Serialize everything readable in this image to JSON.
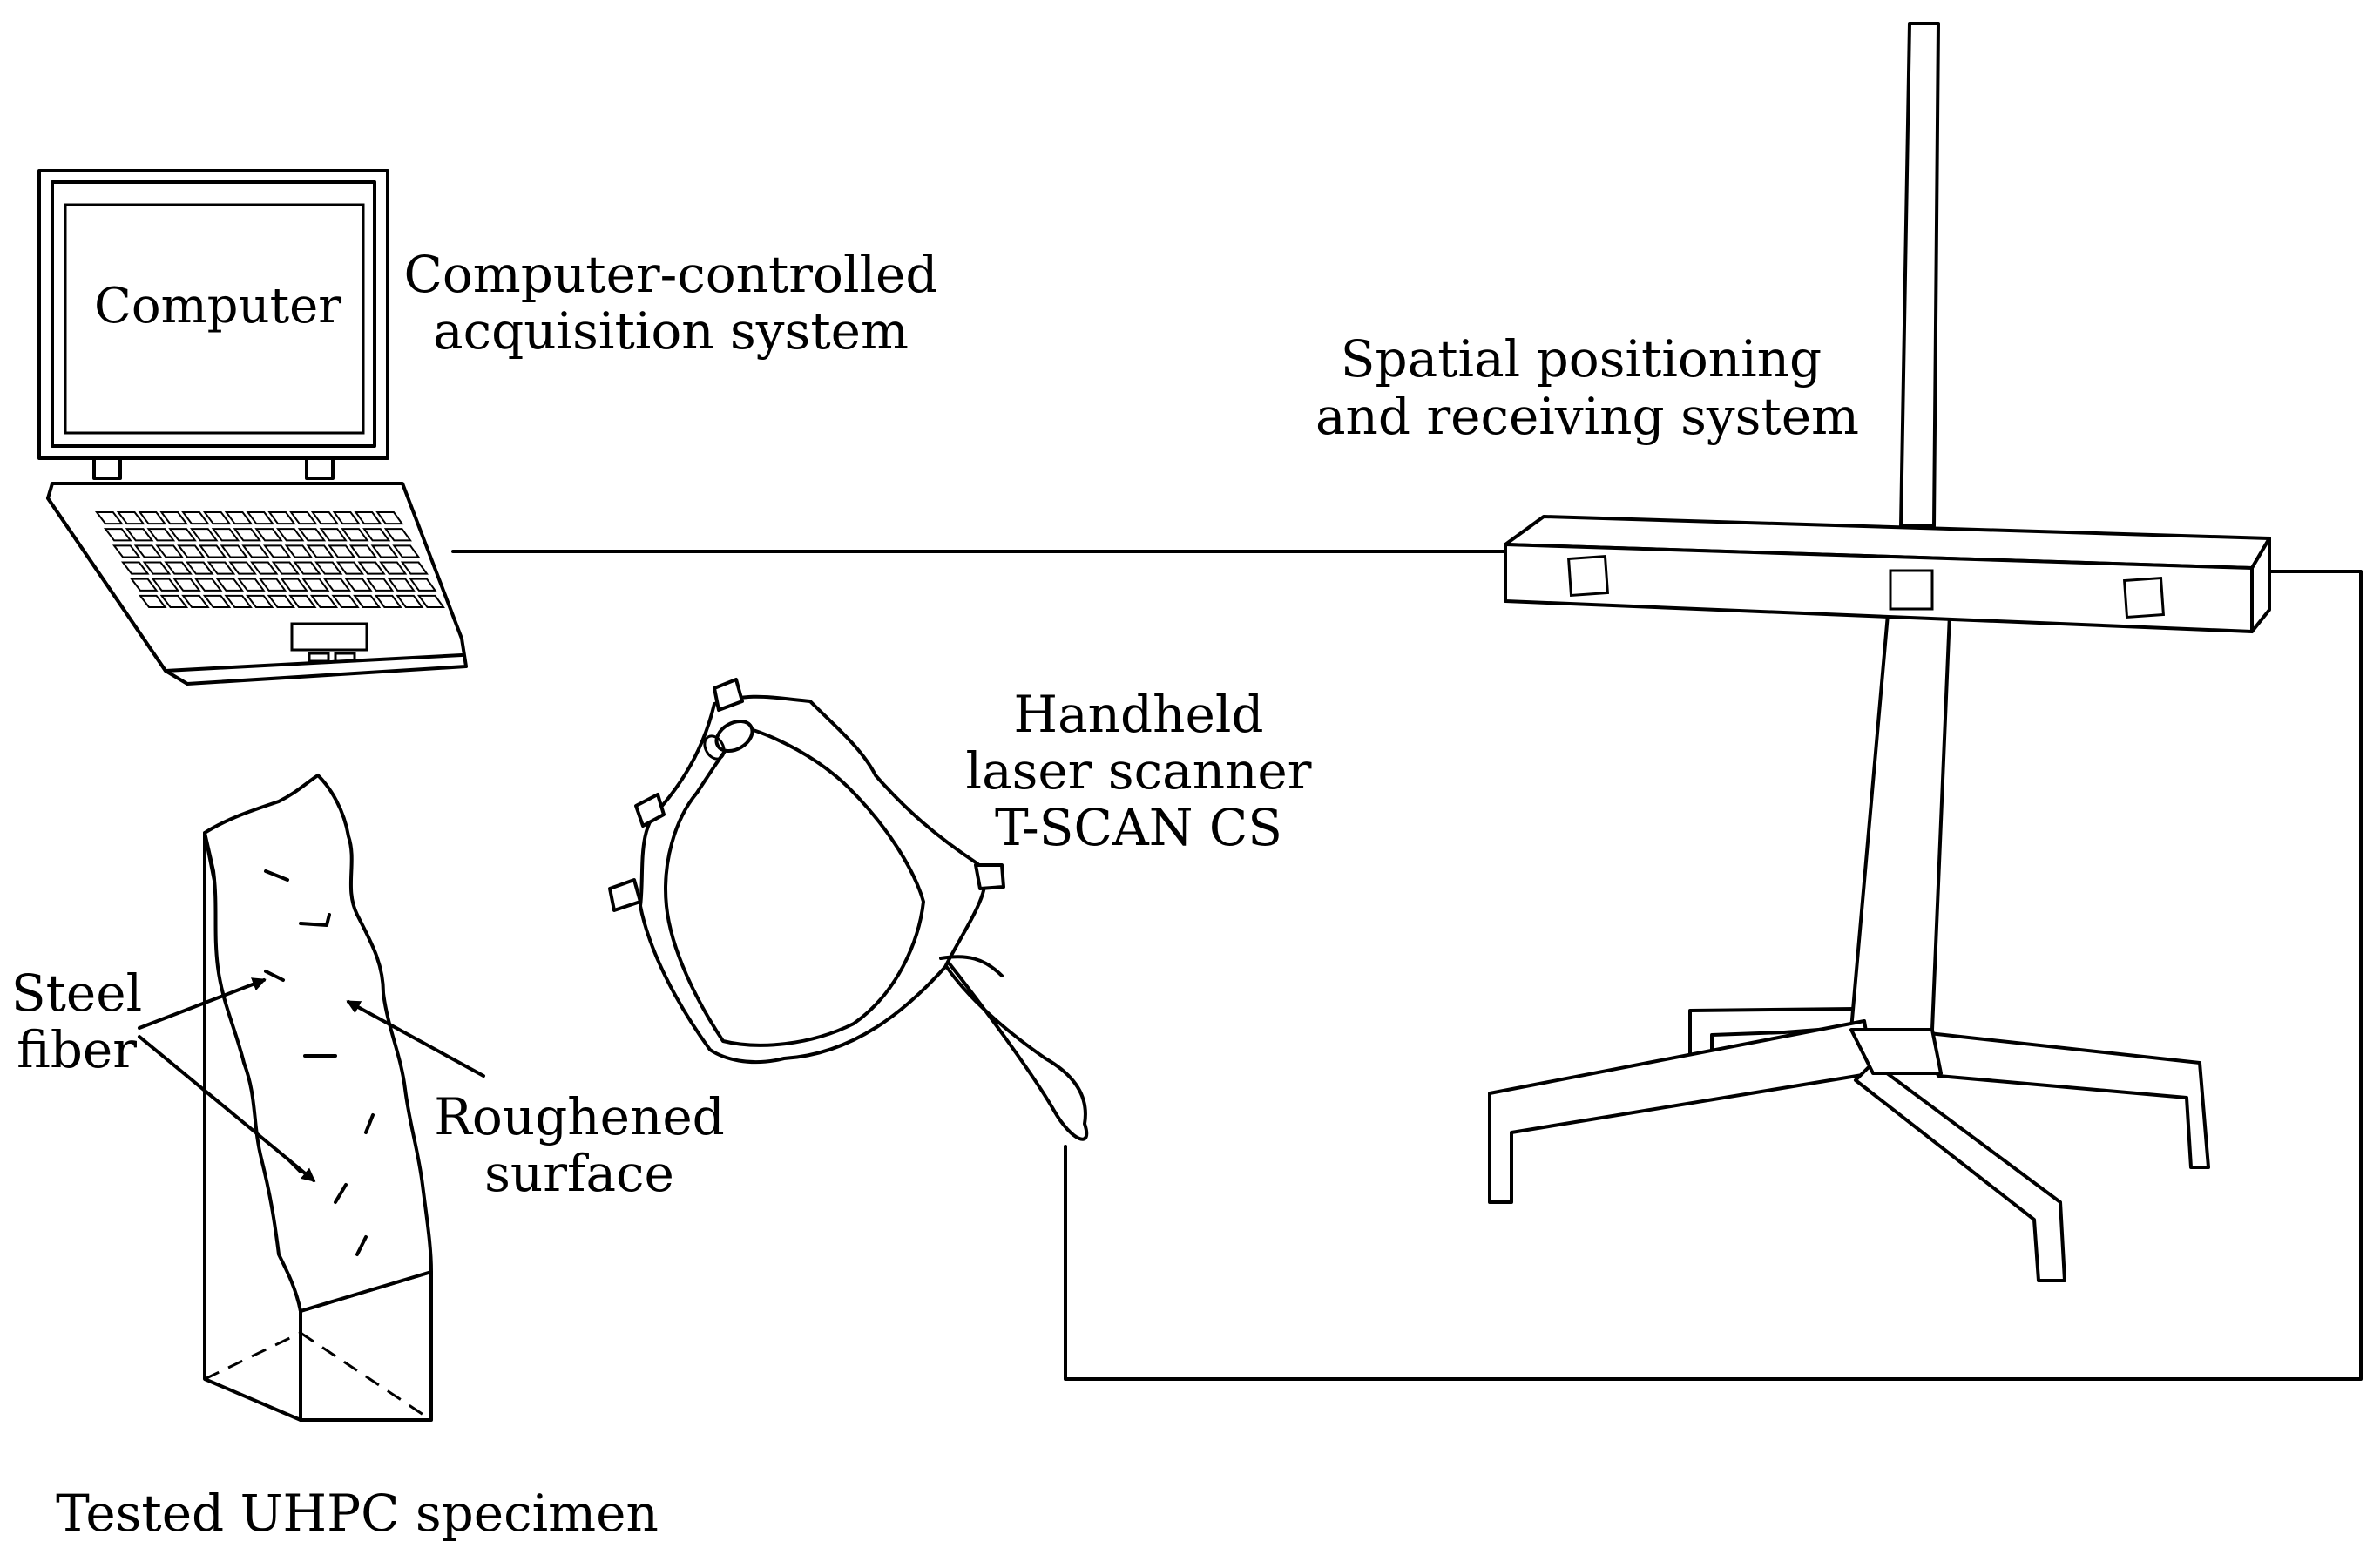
{
  "labels": {
    "computer_screen": "Computer",
    "acquisition_line1": "Computer-controlled",
    "acquisition_line2": "acquisition system",
    "spatial_line1": "Spatial positioning",
    "spatial_line2": "and receiving system",
    "scanner_line1": "Handheld",
    "scanner_line2": "laser scanner",
    "scanner_line3": "T-SCAN CS",
    "steel_line1": "Steel",
    "steel_line2": "fiber",
    "rough_line1": "Roughened",
    "rough_line2": "surface",
    "specimen": "Tested UHPC specimen"
  }
}
